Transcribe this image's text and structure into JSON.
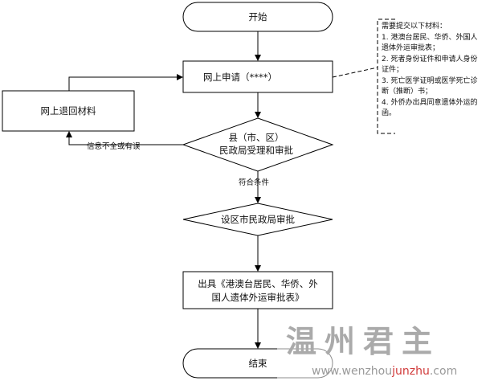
{
  "diagram": {
    "start": "开始",
    "apply_online": "网上申请（****）",
    "return_materials": "网上退回材料",
    "county_review_line1": "县（市、区）",
    "county_review_line2": "民政局受理和审批",
    "incomplete_label": "信息不全或有误",
    "eligible_label": "符合条件",
    "city_review": "设区市民政局审批",
    "issue_line1": "出具《港澳台居民、华侨、外",
    "issue_line2": "国人遗体外运审批表》",
    "end": "结束"
  },
  "note": {
    "lines": [
      "需要提交以下材料：",
      "1. 港澳台居民、华侨、外国人",
      "遗体外运审批表；",
      "2. 死者身份证件和申请人身份",
      "证件；",
      "3. 死亡医学证明或医学死亡诊",
      "断（推断）书；",
      "4. 外侨办出具同意遗体外运的",
      "函。"
    ]
  },
  "watermark": {
    "title": "温州君主",
    "url_prefix": "www.wenzhou",
    "url_accent": "junzhu",
    "url_suffix": ".com"
  },
  "colors": {
    "line": "#000000",
    "watermark_gray": "#aaaaaa",
    "watermark_red": "#d13a3a"
  }
}
